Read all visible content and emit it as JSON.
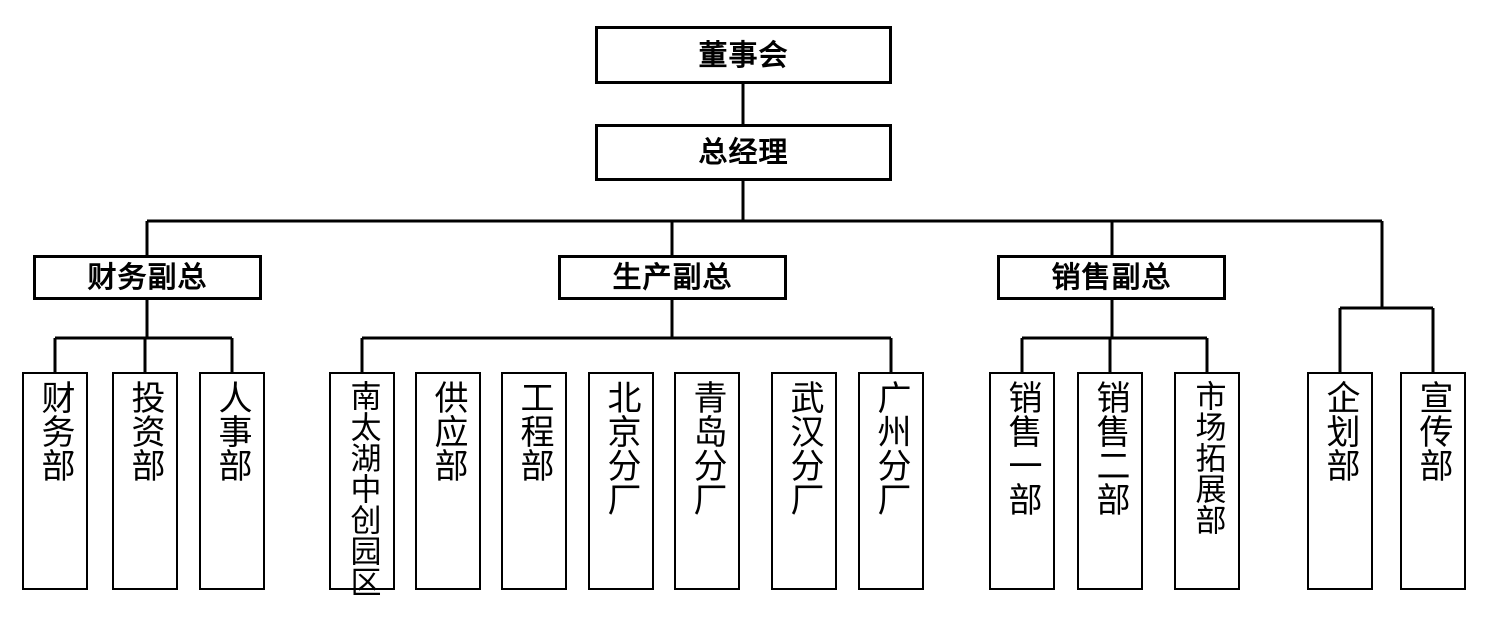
{
  "chart": {
    "title": "",
    "type": "org-chart",
    "orientation": "top-down",
    "line_color": "#000000",
    "box_fill": "#ffffff",
    "box_border_color": "#000000"
  },
  "nodes": {
    "board": {
      "label": "董事会",
      "level": "top"
    },
    "gm": {
      "label": "总经理",
      "level": "top"
    },
    "vp_finance": {
      "label": "财务副总",
      "level": "vp"
    },
    "vp_production": {
      "label": "生产副总",
      "level": "vp"
    },
    "vp_sales": {
      "label": "销售副总",
      "level": "vp"
    },
    "finance_depts": [
      {
        "label": "财务部"
      },
      {
        "label": "投资部"
      },
      {
        "label": "人事部"
      }
    ],
    "production_depts": [
      {
        "label": "南太湖中创园区"
      },
      {
        "label": "供应部"
      },
      {
        "label": "工程部"
      },
      {
        "label": "北京分厂"
      },
      {
        "label": "青岛分厂"
      },
      {
        "label": "武汉分厂"
      },
      {
        "label": "广州分厂"
      }
    ],
    "sales_depts": [
      {
        "label": "销售一部"
      },
      {
        "label": "销售二部"
      },
      {
        "label": "市场拓展部"
      }
    ],
    "staff_depts": [
      {
        "label": "企划部"
      },
      {
        "label": "宣传部"
      }
    ]
  }
}
